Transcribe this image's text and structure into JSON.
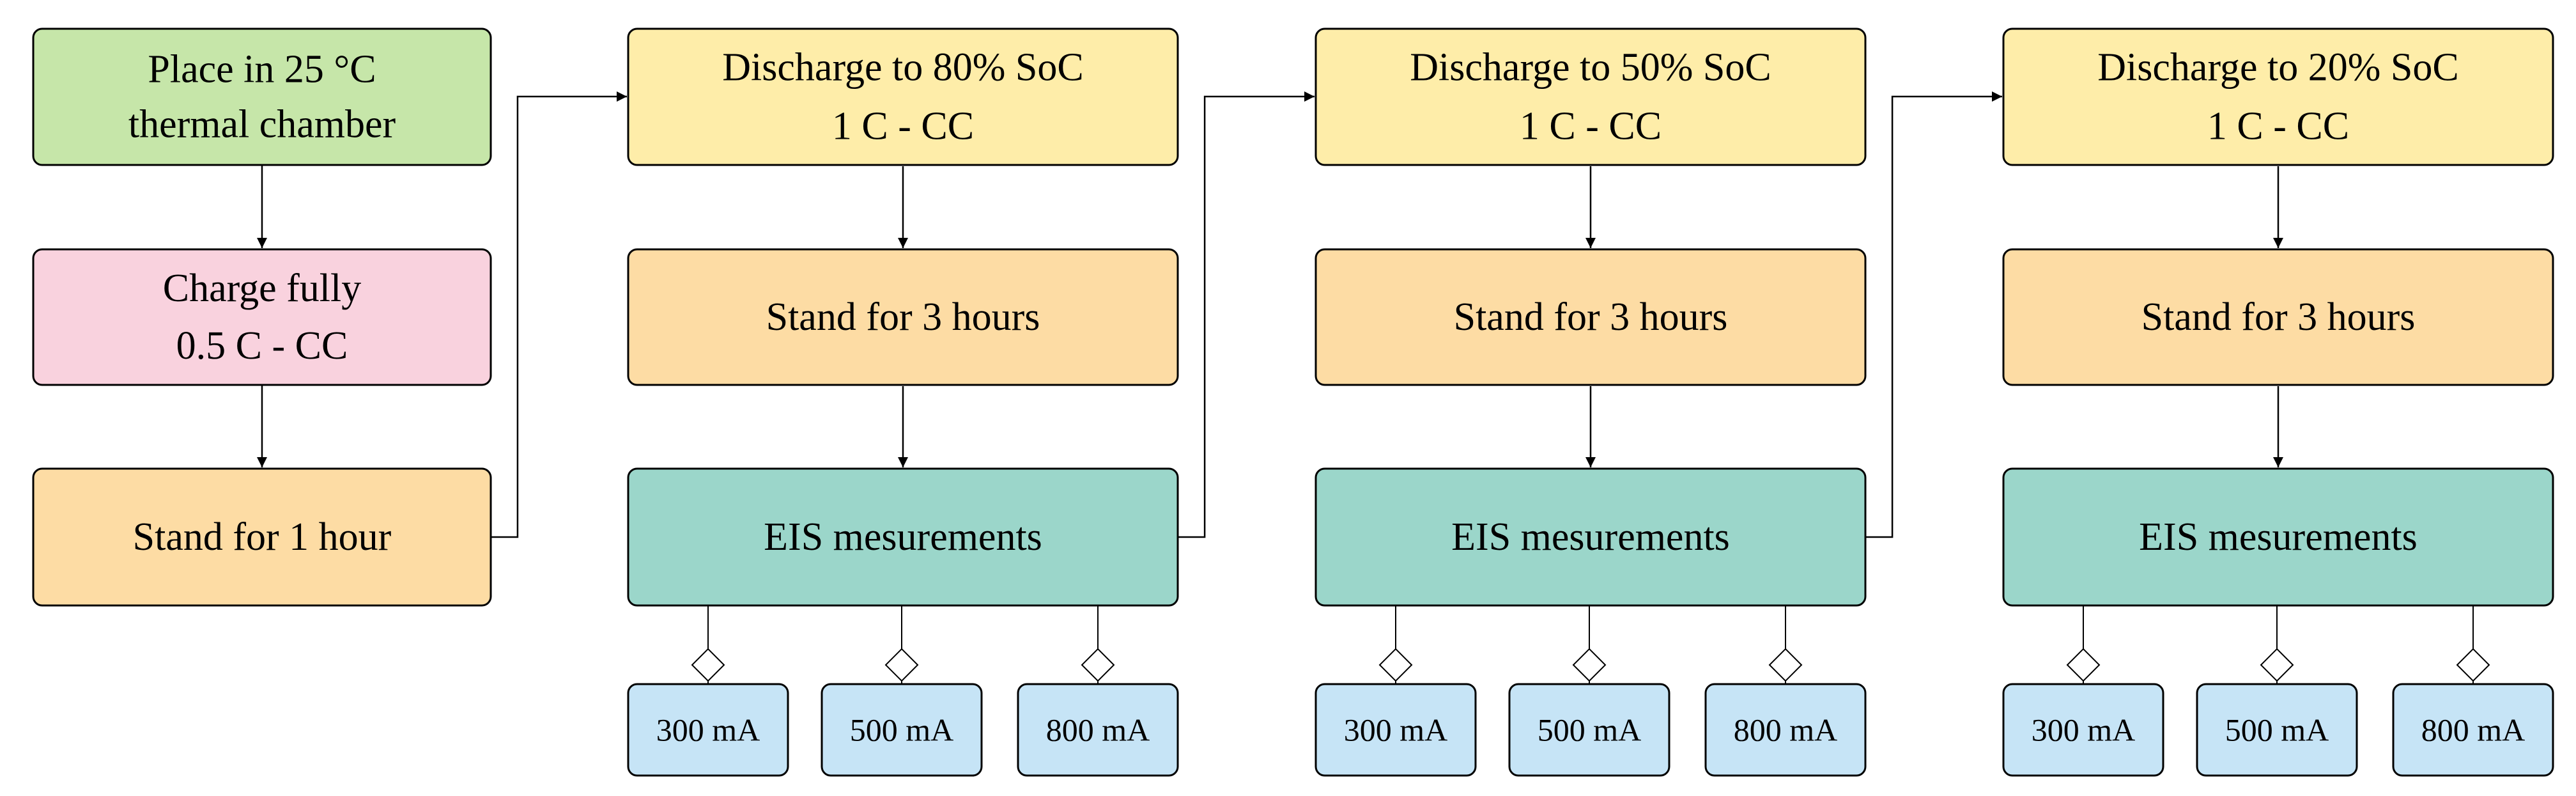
{
  "colors": {
    "green": "#C6E6A9",
    "pink": "#F9D2DE",
    "orange": "#FDDCA4",
    "yellow": "#FEEDA9",
    "teal": "#9BD6CA",
    "blue": "#C6E4F6",
    "stroke": "#000000"
  },
  "start": {
    "place": [
      "Place in 25 °C",
      "thermal chamber"
    ],
    "charge": [
      "Charge fully",
      "0.5 C - CC"
    ],
    "stand": [
      "Stand for 1 hour"
    ]
  },
  "stages": [
    {
      "discharge": [
        "Discharge to 80% SoC",
        "1 C - CC"
      ],
      "stand": [
        "Stand for 3 hours"
      ],
      "eis": [
        "EIS mesurements"
      ],
      "currents": [
        "300 mA",
        "500 mA",
        "800 mA"
      ]
    },
    {
      "discharge": [
        "Discharge to 50% SoC",
        "1 C - CC"
      ],
      "stand": [
        "Stand for 3 hours"
      ],
      "eis": [
        "EIS mesurements"
      ],
      "currents": [
        "300 mA",
        "500 mA",
        "800 mA"
      ]
    },
    {
      "discharge": [
        "Discharge to 20% SoC",
        "1 C - CC"
      ],
      "stand": [
        "Stand for 3 hours"
      ],
      "eis": [
        "EIS mesurements"
      ],
      "currents": [
        "300 mA",
        "500 mA",
        "800 mA"
      ]
    }
  ]
}
